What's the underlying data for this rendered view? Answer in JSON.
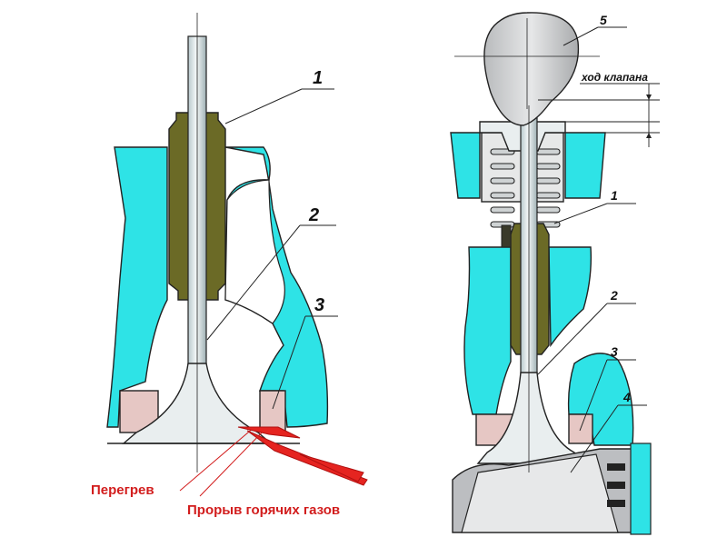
{
  "labels": {
    "left": {
      "l1": "1",
      "l2": "2",
      "l3": "3"
    },
    "right": {
      "l1": "1",
      "l2": "2",
      "l3": "3",
      "l4": "4",
      "l5": "5"
    },
    "valve_travel": "ход клапана",
    "overheat": "Перегрев",
    "gas_blowby": "Прорыв горячих газов"
  },
  "colors": {
    "port": "#2ee3e6",
    "guide": "#6b6a26",
    "seat": "#e6c7c4",
    "valve": "#e9eeef",
    "arrow": "#e52420",
    "cam": "#cfd1d2",
    "piston": "#bcbec1"
  }
}
